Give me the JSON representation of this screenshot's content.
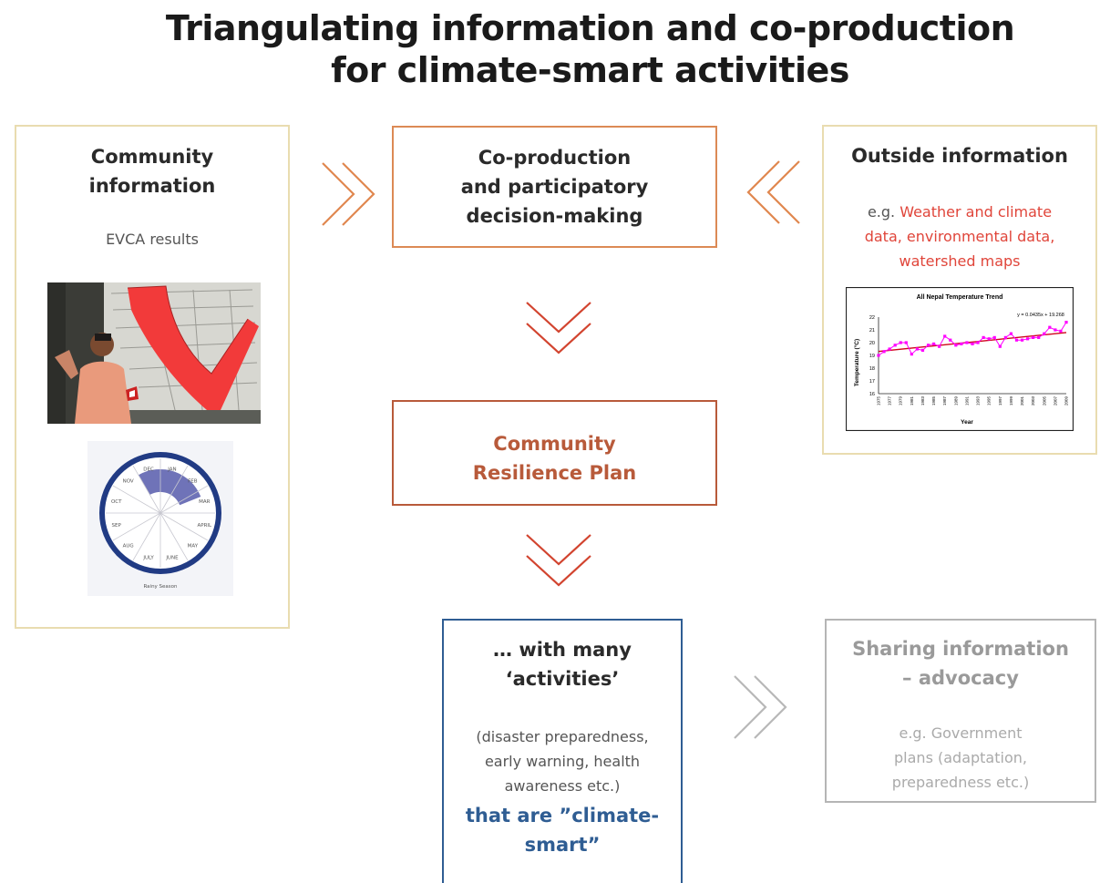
{
  "title_line1": "Triangulating information and co-production",
  "title_line2": "for climate-smart activities",
  "community": {
    "title_line1": "Community",
    "title_line2": "information",
    "subtitle": "EVCA results",
    "calendar": {
      "months": [
        "JAN",
        "FEB",
        "MAR",
        "APRIL",
        "MAY",
        "JUNE",
        "JULY",
        "AUG",
        "SEP",
        "OCT",
        "NOV",
        "DEC"
      ],
      "caption": "Rainy Season"
    }
  },
  "coproduction": {
    "line1": "Co-production",
    "line2": "and participatory",
    "line3": "decision-making"
  },
  "outside": {
    "title": "Outside information",
    "prefix": "e.g. ",
    "highlight_line1": "Weather and climate",
    "highlight_line2": "data, environmental data,",
    "highlight_line3": "watershed maps",
    "highlight_color": "#e0453a",
    "chart_title": "All Nepal Temperature Trend"
  },
  "plan": {
    "line1": "Community",
    "line2": "Resilience Plan"
  },
  "activities": {
    "line1": "… with many",
    "line2": "‘activities’",
    "sub_line1": "(disaster preparedness,",
    "sub_line2": "early warning, health",
    "sub_line3": "awareness etc.)",
    "smart_line1": "that are ”climate-",
    "smart_line2": "smart”"
  },
  "sharing": {
    "line1": "Sharing information",
    "line2": "– advocacy",
    "sub_line1": "e.g. Government",
    "sub_line2": "plans (adaptation,",
    "sub_line3": "preparedness etc.)"
  },
  "chart_data": {
    "type": "line",
    "title": "All Nepal Temperature Trend",
    "xlabel": "Year",
    "ylabel": "Temperature (°C)",
    "ylim": [
      16,
      22
    ],
    "yticks": [
      16,
      17,
      18,
      19,
      20,
      21,
      22
    ],
    "xticks": [
      "1975",
      "1977",
      "1979",
      "1981",
      "1983",
      "1985",
      "1987",
      "1989",
      "1991",
      "1993",
      "1995",
      "1997",
      "1999",
      "2001",
      "2003",
      "2005",
      "2007",
      "2009"
    ],
    "trend_label": "y = 0.0435x + 19.268",
    "trend": {
      "intercept": 19.268,
      "slope": 0.0435
    },
    "series": [
      {
        "color": "#ff00ff",
        "x": [
          1975,
          1976,
          1977,
          1978,
          1979,
          1980,
          1981,
          1982,
          1983,
          1984,
          1985,
          1986,
          1987,
          1988,
          1989,
          1990,
          1991,
          1992,
          1993,
          1994,
          1995,
          1996,
          1997,
          1998,
          1999,
          2000,
          2001,
          2002,
          2003,
          2004,
          2005,
          2006,
          2007,
          2008,
          2009
        ],
        "values": [
          19.0,
          19.3,
          19.5,
          19.8,
          20.0,
          20.0,
          19.1,
          19.5,
          19.4,
          19.8,
          19.9,
          19.7,
          20.5,
          20.2,
          19.8,
          19.9,
          20.0,
          19.9,
          20.0,
          20.4,
          20.3,
          20.4,
          19.7,
          20.4,
          20.7,
          20.2,
          20.2,
          20.3,
          20.4,
          20.4,
          20.7,
          21.2,
          21.0,
          20.9,
          21.6
        ]
      }
    ]
  }
}
